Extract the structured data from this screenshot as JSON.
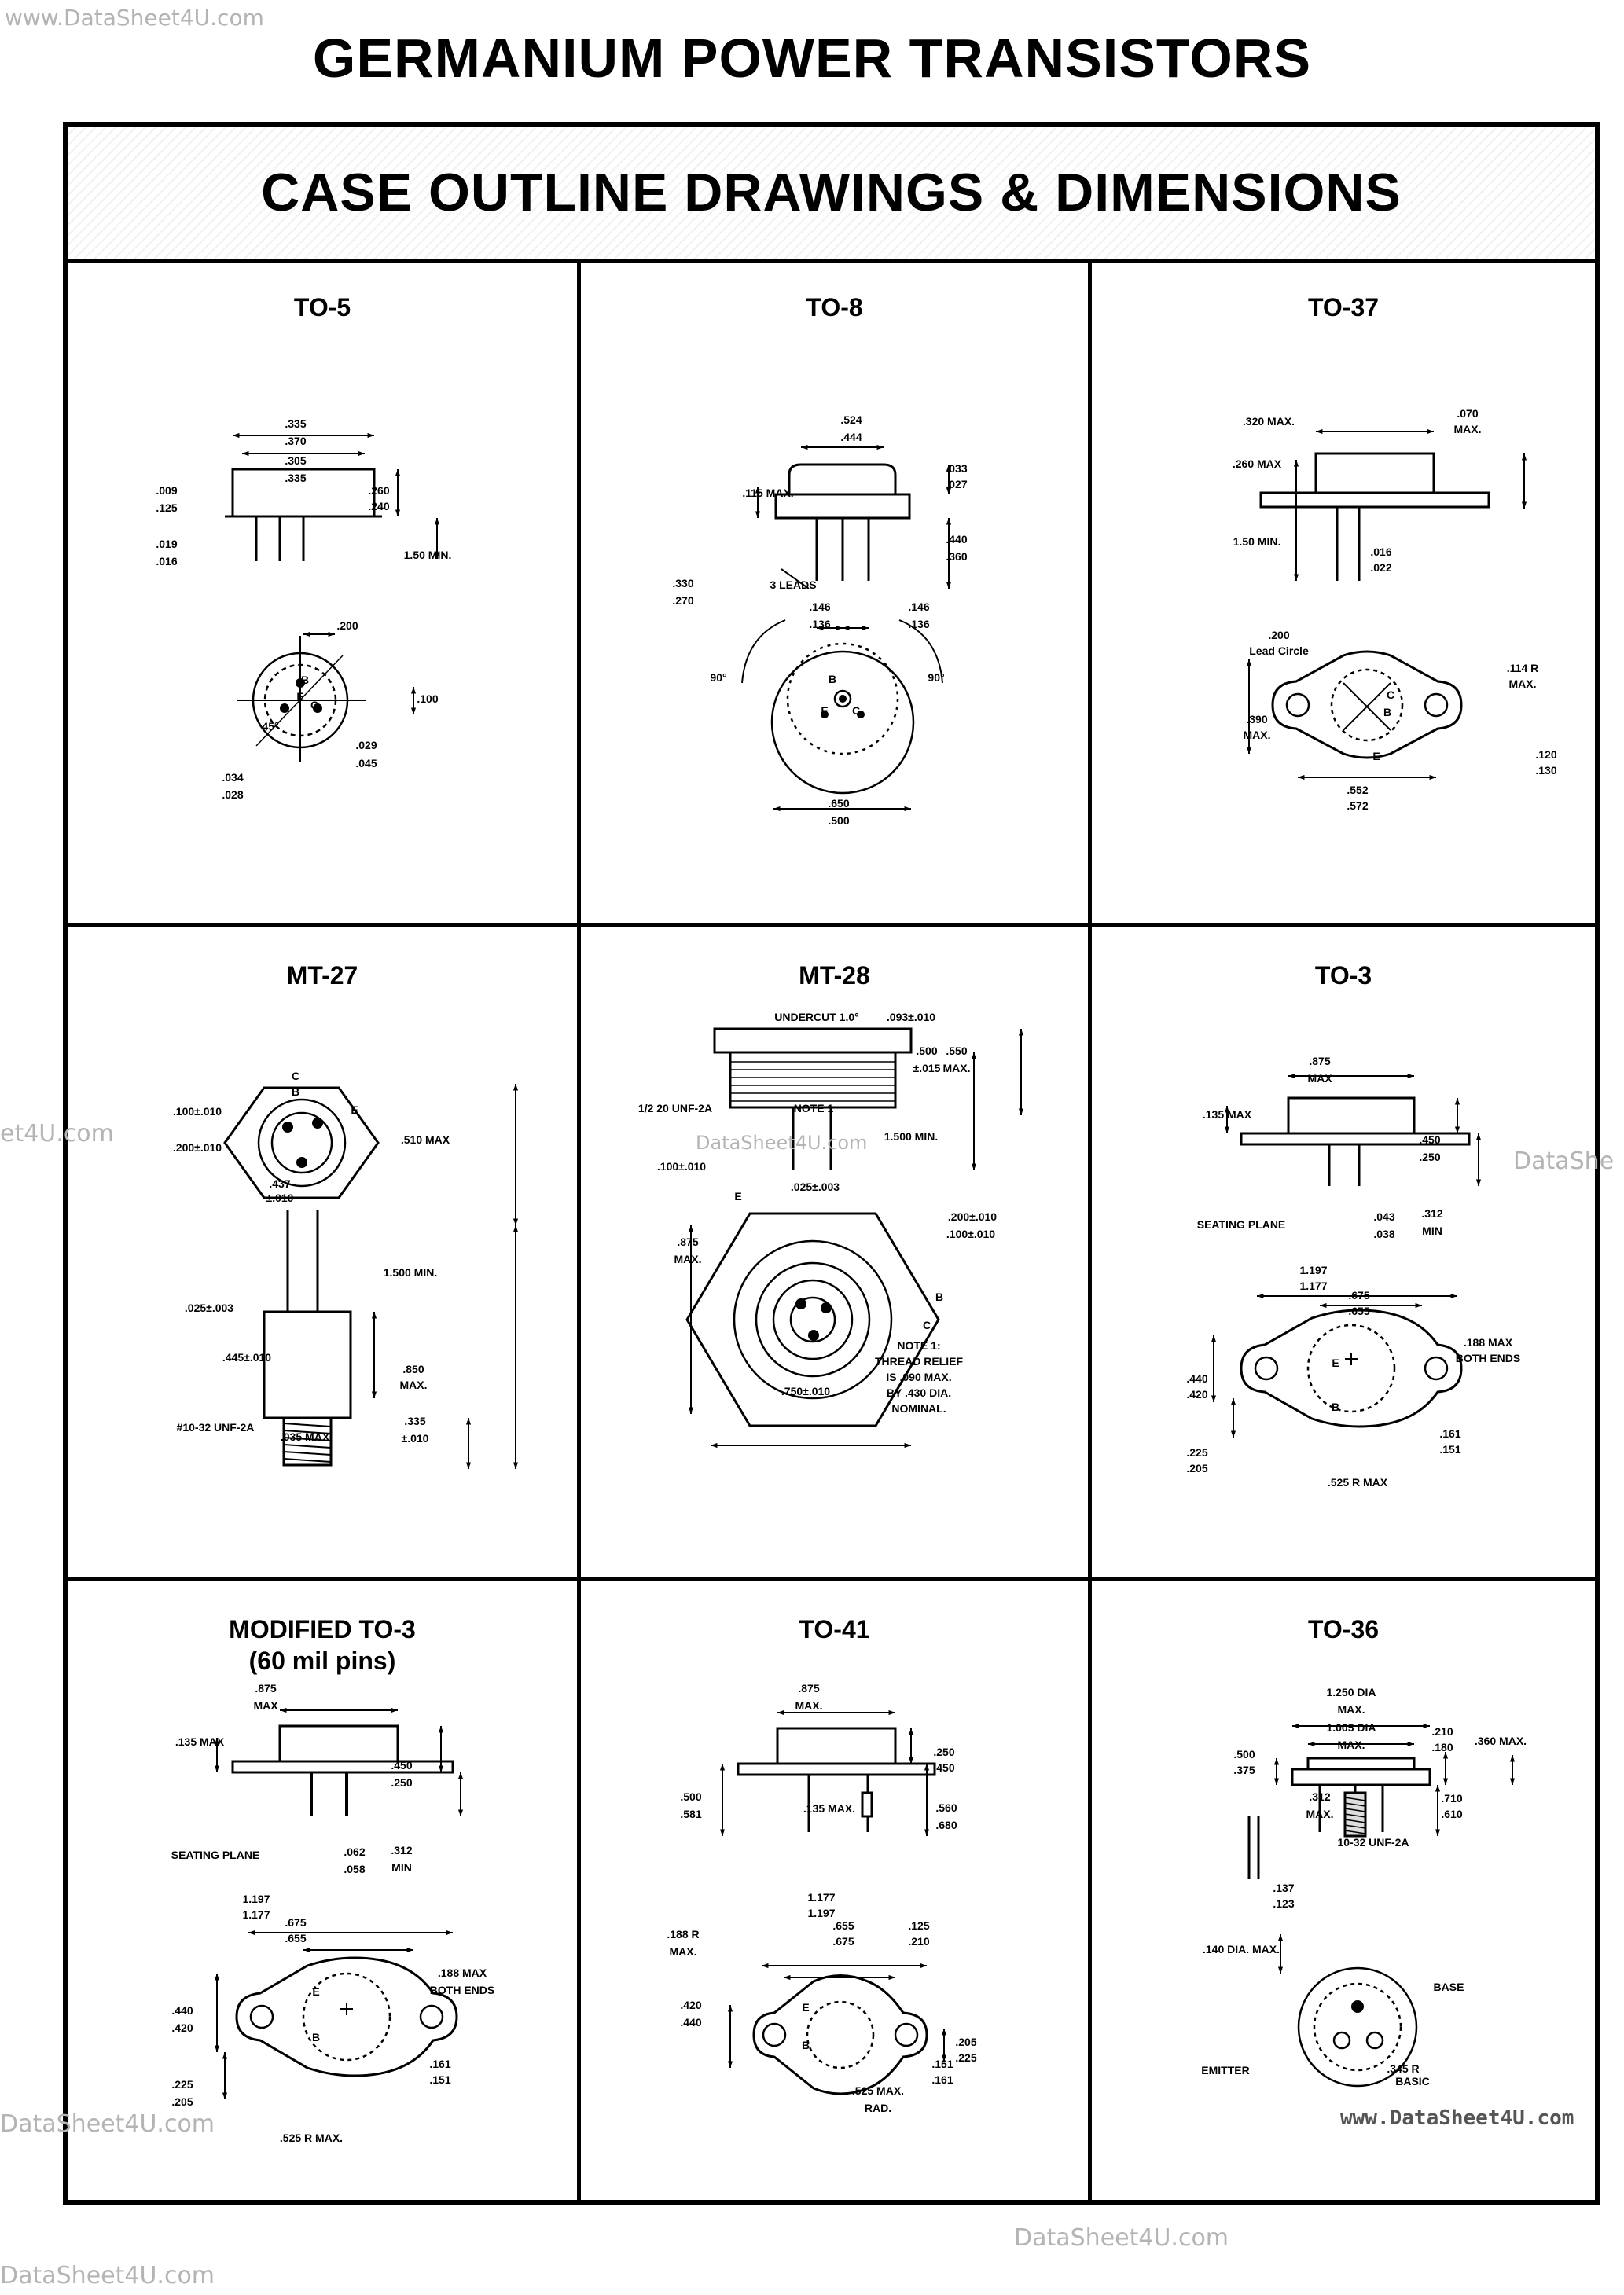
{
  "watermarks": {
    "top_left": "www.DataSheet4U.com",
    "mid_left": "et4U.com",
    "mid_center": "DataSheet4U.com",
    "mid_right": "DataShe",
    "bottom_left": "DataSheet4U.com",
    "bottom_right": "www.DataSheet4U.com",
    "footer_center": "DataSheet4U.com",
    "footer_left": "DataSheet4U.com"
  },
  "page_title": "GERMANIUM POWER TRANSISTORS",
  "banner": "CASE OUTLINE DRAWINGS & DIMENSIONS",
  "cells": [
    {
      "title": "TO-5",
      "labels": [
        ".335",
        ".370",
        ".305",
        ".335",
        ".009",
        ".125",
        ".260",
        ".240",
        ".019",
        ".016",
        "1.50 MIN.",
        ".200",
        ".100",
        "45°",
        ".029",
        ".045",
        ".034",
        ".028",
        "E",
        "B",
        "C"
      ]
    },
    {
      "title": "TO-8",
      "labels": [
        ".524",
        ".444",
        ".033",
        ".027",
        ".115 MAX.",
        ".440",
        ".360",
        "3 LEADS",
        ".330",
        ".270",
        ".146",
        ".136",
        ".146",
        ".136",
        "90°",
        "90°",
        "B",
        "E",
        "C",
        ".650",
        ".500"
      ]
    },
    {
      "title": "TO-37",
      "labels": [
        ".320 MAX.",
        ".070",
        "MAX.",
        ".260 MAX",
        "1.50 MIN.",
        ".016",
        ".022",
        ".200",
        "Lead Circle",
        ".114 R",
        "MAX.",
        ".390",
        "MAX.",
        "C",
        "B",
        "E",
        ".120",
        ".130",
        ".552",
        ".572"
      ]
    },
    {
      "title": "MT-27",
      "labels": [
        "C",
        "B",
        "E",
        ".100±.010",
        ".200±.010",
        ".510 MAX",
        ".437",
        "±.010",
        "1.500 MIN.",
        ".025±.003",
        ".445±.010",
        ".850",
        "MAX.",
        "#10-32 UNF-2A",
        ".035 MAX.",
        ".335",
        "±.010"
      ]
    },
    {
      "title": "MT-28",
      "labels": [
        "UNDERCUT 1.0°",
        ".093±.010",
        ".500",
        ".550",
        "±.015",
        "MAX.",
        "1/2 20 UNF-2A",
        "NOTE 1",
        "1.500 MIN.",
        ".100±.010",
        ".025±.003",
        "E",
        ".200±.010",
        ".100±.010",
        ".875",
        "MAX.",
        "B",
        "C",
        "NOTE 1:",
        "THREAD RELIEF",
        "IS .090 MAX.",
        "BY .430 DIA.",
        "NOMINAL.",
        ".750±.010"
      ]
    },
    {
      "title": "TO-3",
      "labels": [
        ".875",
        "MAX",
        ".135 MAX",
        ".450",
        ".250",
        "SEATING PLANE",
        ".043",
        ".038",
        ".312",
        "MIN",
        "1.197",
        "1.177",
        ".675",
        ".655",
        ".188 MAX",
        "BOTH ENDS",
        ".440",
        ".420",
        "E",
        "B",
        ".161",
        ".151",
        ".225",
        ".205",
        ".525 R MAX"
      ]
    },
    {
      "title": "MODIFIED TO-3",
      "subtitle": "(60 mil pins)",
      "labels": [
        ".875",
        "MAX",
        ".135 MAX",
        ".450",
        ".250",
        "SEATING PLANE",
        ".062",
        ".058",
        ".312",
        "MIN",
        "1.197",
        "1.177",
        ".675",
        ".655",
        ".188 MAX",
        "BOTH ENDS",
        ".440",
        ".420",
        "E",
        "B",
        ".161",
        ".151",
        ".225",
        ".205",
        ".525 R MAX."
      ]
    },
    {
      "title": "TO-41",
      "labels": [
        ".875",
        "MAX.",
        ".250",
        ".450",
        ".500",
        ".581",
        ".135 MAX.",
        ".560",
        ".680",
        "1.177",
        "1.197",
        ".655",
        ".675",
        ".125",
        ".210",
        ".188 R",
        "MAX.",
        ".420",
        ".440",
        "E",
        "B",
        ".205",
        ".225",
        ".151",
        ".161",
        ".525 MAX.",
        "RAD."
      ]
    },
    {
      "title": "TO-36",
      "labels": [
        "1.250 DIA",
        "MAX.",
        "1.005 DIA",
        "MAX.",
        ".210",
        ".180",
        ".360 MAX.",
        ".500",
        ".375",
        ".312",
        "MAX.",
        ".710",
        ".610",
        "10-32 UNF-2A",
        ".137",
        ".123",
        ".140 DIA. MAX.",
        "BASE",
        "EMITTER",
        ".345 R",
        "BASIC"
      ]
    }
  ]
}
